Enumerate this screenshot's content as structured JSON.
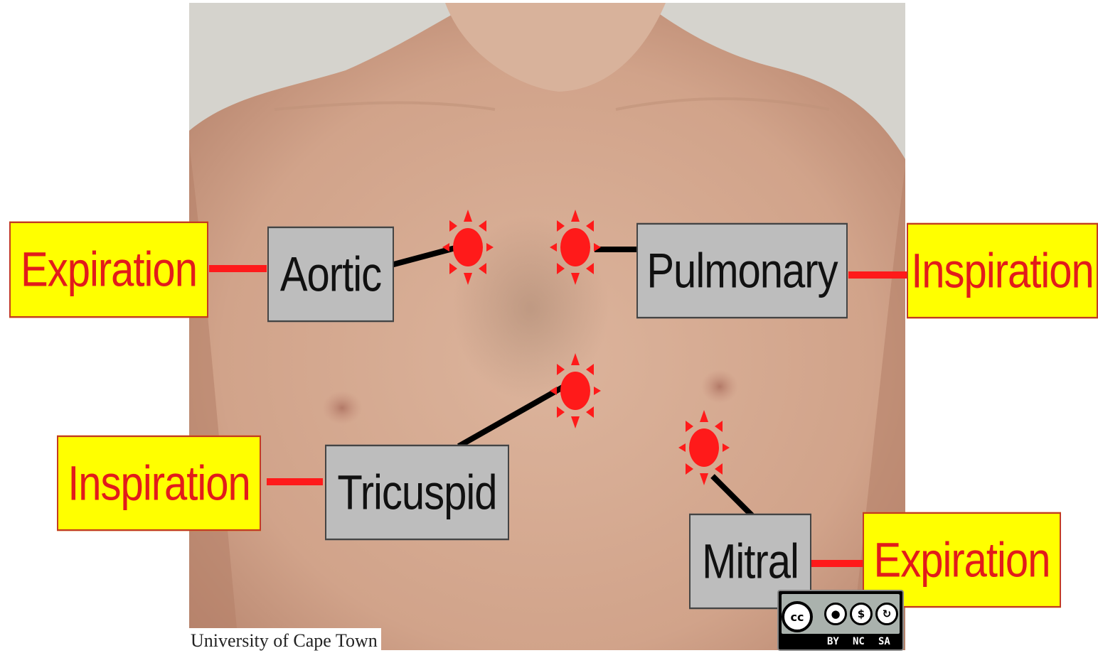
{
  "diagram": {
    "sites": [
      {
        "valve": "Aortic",
        "phase": "Expiration"
      },
      {
        "valve": "Pulmonary",
        "phase": "Inspiration"
      },
      {
        "valve": "Tricuspid",
        "phase": "Inspiration"
      },
      {
        "valve": "Mitral",
        "phase": "Expiration"
      }
    ],
    "caption": "University of Cape Town",
    "license": {
      "icons": [
        "cc-icon",
        "person-icon",
        "dollar-icon",
        "share-alike-icon"
      ],
      "cc": "cc",
      "terms": [
        "BY",
        "NC",
        "SA"
      ]
    }
  },
  "colors": {
    "label_box": "#bdbdbd",
    "phase_box": "#ffff00",
    "phase_text": "#e21b1b",
    "marker": "#ff1a1a",
    "connector_line": "#000000",
    "phase_line": "#ff1a1a"
  }
}
